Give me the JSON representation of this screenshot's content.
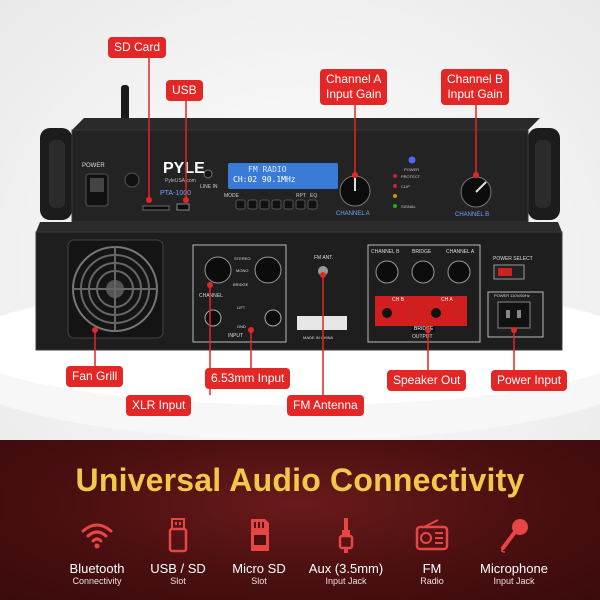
{
  "callouts": {
    "sd_card": "SD Card",
    "usb": "USB",
    "channel_a": "Channel A\nInput Gain",
    "channel_b": "Channel B\nInput Gain",
    "fan_grill": "Fan Grill",
    "six_mm": "6.53mm Input",
    "speaker_out": "Speaker Out",
    "power_input": "Power Input",
    "xlr_input": "XLR Input",
    "fm_antenna": "FM Antenna"
  },
  "device": {
    "power_label": "POWER",
    "brand": "PYLE",
    "brand_sub": "PyleUSA.com",
    "model": "PTA-1000",
    "lcd_line1": "FM RADIO",
    "lcd_line2": "CH:02  90.1MHz",
    "line_in": "LINE IN",
    "buttons": [
      "MODE",
      "",
      "",
      "",
      "",
      "RPT",
      "EQ"
    ],
    "channel_a_label": "CHANNEL A",
    "channel_b_label": "CHANNEL B",
    "leds": [
      "POWER",
      "PROTECT",
      "CLIP",
      "SIGNAL"
    ],
    "rear": {
      "input_label": "INPUT",
      "output_label": "OUTPUT",
      "channel_b": "CHANNEL B",
      "bridge": "BRIDGE",
      "channel_a": "CHANNEL A",
      "stereo": "STEREO",
      "mono": "MONO",
      "bridge_small": "BRIDGE",
      "channel_small": "CHANNEL",
      "gnd": "GND",
      "lift": "LIFT",
      "fm_ant": "FM ANT.",
      "made_in": "MADE IN CHINA",
      "power_select": "POWER SELECT",
      "power_input": "POWER 110V/60Hz",
      "ch_b": "CH B",
      "ch_a": "CH A",
      "bridge_red": "BRIDGE"
    }
  },
  "banner": {
    "title": "Universal Audio Connectivity",
    "features": [
      {
        "icon": "wifi-icon",
        "title": "Bluetooth",
        "sub": "Connectivity"
      },
      {
        "icon": "usb-icon",
        "title": "USB / SD",
        "sub": "Slot"
      },
      {
        "icon": "sd-card-icon",
        "title": "Micro SD",
        "sub": "Slot"
      },
      {
        "icon": "aux-jack-icon",
        "title": "Aux (3.5mm)",
        "sub": "Input Jack"
      },
      {
        "icon": "radio-icon",
        "title": "FM",
        "sub": "Radio"
      },
      {
        "icon": "microphone-icon",
        "title": "Microphone",
        "sub": "Input Jack"
      }
    ]
  },
  "colors": {
    "accent_red": "#e32626",
    "headline_gold": "#f2c84b",
    "banner_bg": "#4a0f10",
    "lcd_blue": "#3b7bd8"
  }
}
